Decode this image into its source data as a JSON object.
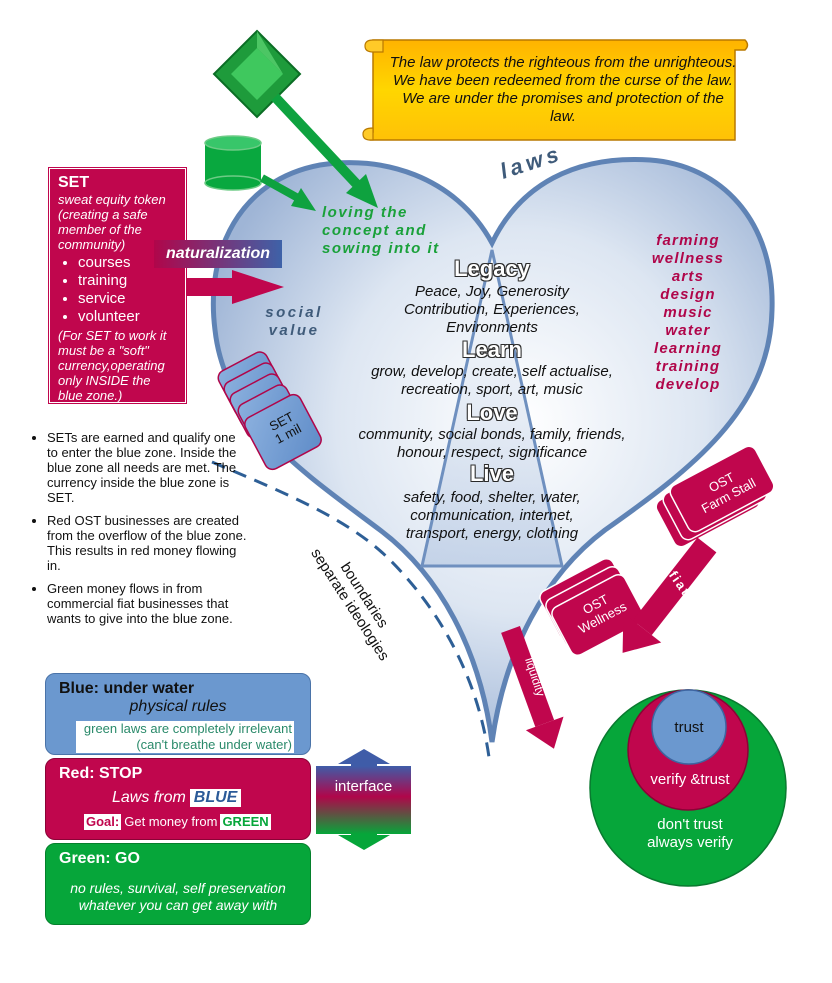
{
  "banner": {
    "text": "The law protects the righteous from the unrighteous. We have been redeemed from the curse of the law. We are under the promises and protection of the law."
  },
  "heart": {
    "laws_label": "laws",
    "loving_text": "loving the concept and sowing into it",
    "social_value": "social value",
    "activities": [
      "farming",
      "wellness",
      "arts",
      "design",
      "music",
      "water",
      "learning",
      "training",
      "develop"
    ],
    "levels": [
      {
        "title": "Legacy",
        "text": "Peace, Joy, Generosity Contribution, Experiences, Environments"
      },
      {
        "title": "Learn",
        "text": "grow, develop, create, self actualise, recreation, sport, art, music"
      },
      {
        "title": "Love",
        "text": "community, social bonds, family, friends, honour, respect, significance"
      },
      {
        "title": "Live",
        "text": "safety, food, shelter, water, communication, internet, transport, energy, clothing"
      }
    ]
  },
  "set_box": {
    "title": "SET",
    "subtitle": "sweat equity token (creating a safe member of the community)",
    "items": [
      "courses",
      "training",
      "service",
      "volunteer"
    ],
    "note": "(For SET to work it must be a \"soft\" currency,operating only INSIDE the blue zone.)"
  },
  "naturalization": "naturalization",
  "set_card": {
    "line1": "SET",
    "line2": "1 mil"
  },
  "bullets": [
    "SETs are earned and qualify one to enter the blue zone. Inside the blue zone all needs are met. The currency inside the blue zone is SET.",
    "Red OST businesses are created from the overflow of the blue zone. This results in red money flowing in.",
    "Green money flows in from commercial fiat businesses that wants to give into the blue zone."
  ],
  "boundaries": {
    "line1": "boundaries",
    "line2": "separate ideologies"
  },
  "ost_farm": {
    "line1": "OST",
    "line2": "Farm Stall"
  },
  "ost_wellness": {
    "line1": "OST",
    "line2": "Wellness"
  },
  "fiat_label": "fiat",
  "liquidity_label": "liquidity",
  "zones": {
    "blue": {
      "title": "Blue: under water",
      "subtitle": "physical rules",
      "note": "green laws are completely irrelevant (can't breathe under water)"
    },
    "red": {
      "title": "Red: STOP",
      "laws_from": "Laws from",
      "blue_tag": "BLUE",
      "goal_label": "Goal:",
      "goal_text": "Get money from",
      "goal_green": "GREEN"
    },
    "green": {
      "title": "Green: GO",
      "subtitle": "no rules, survival, self preservation whatever you can get away with"
    }
  },
  "interface_label": "interface",
  "circles": {
    "inner": "trust",
    "middle": "verify &trust",
    "outer": "don't trust always verify"
  },
  "colors": {
    "blue": "#6b98cf",
    "red": "#c0064d",
    "green": "#06a63a",
    "gold": "#ffc107"
  }
}
